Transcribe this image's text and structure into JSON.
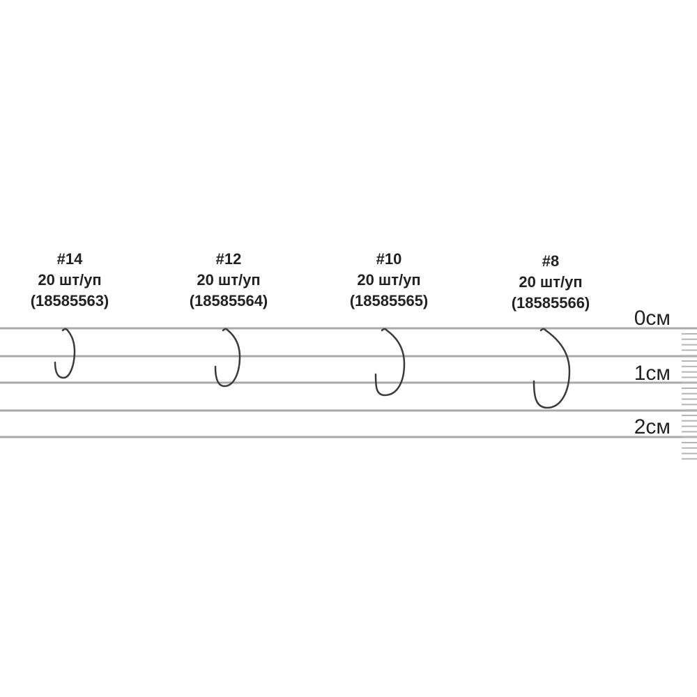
{
  "hooks": [
    {
      "size": "#14",
      "pack": "20 шт/уп",
      "article": "(18585563)"
    },
    {
      "size": "#12",
      "pack": "20 шт/уп",
      "article": "(18585564)"
    },
    {
      "size": "#10",
      "pack": "20 шт/уп",
      "article": "(18585565)"
    },
    {
      "size": "#8",
      "pack": "20 шт/уп",
      "article": "(18585566)"
    }
  ],
  "scale": {
    "label_0": "0см",
    "label_1": "1см",
    "label_2": "2см"
  },
  "colors": {
    "line": "#a9a9a9",
    "hook": "#3a3a3a",
    "ruler": "#b5b5b5"
  }
}
